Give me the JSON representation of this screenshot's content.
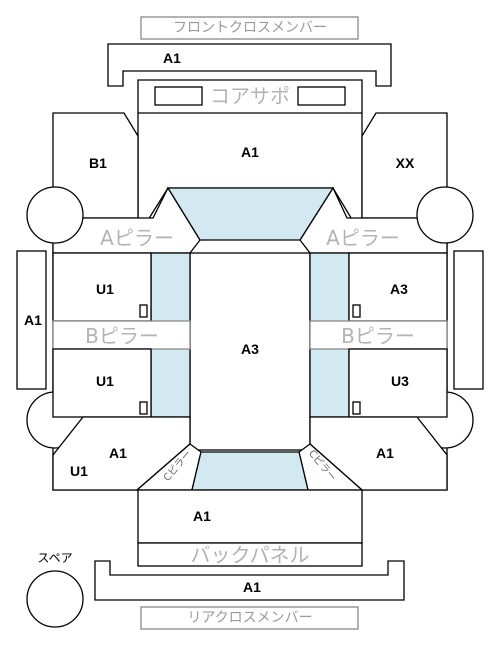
{
  "labels": {
    "front_cross_member": "フロントクロスメンバー",
    "front_cross_member_grade": "A1",
    "core_support": "コアサポ",
    "hood_area_grade": "A1",
    "front_left_grade": "B1",
    "front_right_grade": "XX",
    "a_pillar_left": "Aピラー",
    "a_pillar_right": "Aピラー",
    "left_rocker_grade": "A1",
    "front_door_left_grade": "U1",
    "front_door_right_grade": "A3",
    "b_pillar_left": "Bピラー",
    "b_pillar_right": "Bピラー",
    "roof_grade": "A3",
    "rear_door_left_grade": "U1",
    "rear_door_right_grade": "U3",
    "rear_quarter_left_grade": "A1",
    "rear_quarter_left_bottom_grade": "U1",
    "rear_quarter_right_grade": "A1",
    "c_pillar_left": "Cピラー",
    "c_pillar_right": "Cピラー",
    "trunk_grade": "A1",
    "back_panel": "バックパネル",
    "rear_cross_member_grade": "A1",
    "spare": "スペア",
    "rear_cross_member": "リアクロスメンバー"
  }
}
